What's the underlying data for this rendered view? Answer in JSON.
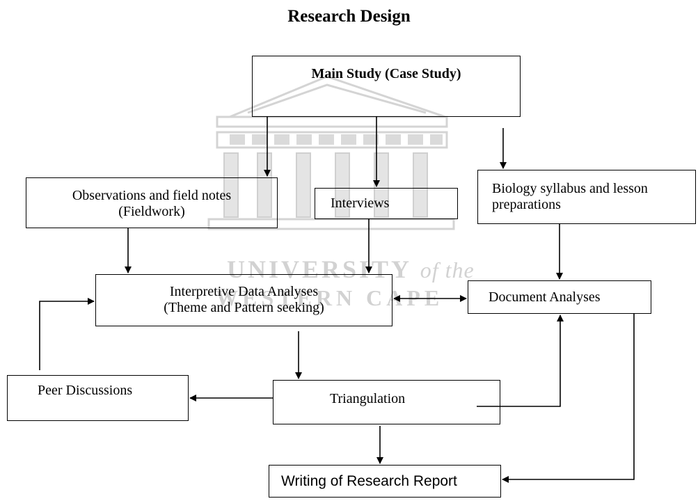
{
  "title": "Research Design",
  "watermark": {
    "line1_main": "UNIVERSITY",
    "line1_italic": "of the",
    "line2": "WESTERN CAPE"
  },
  "nodes": {
    "main_study": "Main Study (Case Study)",
    "observations_line1": "Observations and field notes",
    "observations_line2": "(Fieldwork)",
    "interviews": "Interviews",
    "biology_line1": "Biology syllabus and lesson",
    "biology_line2": "preparations",
    "interpretive_line1": "Interpretive Data Analyses",
    "interpretive_line2": "(Theme and Pattern seeking)",
    "document_analyses": "Document Analyses",
    "peer_discussions": "Peer Discussions",
    "triangulation": "Triangulation",
    "writing_report": "Writing of Research Report"
  },
  "edges": [
    {
      "from": "Main Study (Case Study)",
      "to": "Observations and field notes (Fieldwork)"
    },
    {
      "from": "Main Study (Case Study)",
      "to": "Interviews"
    },
    {
      "from": "Main Study (Case Study)",
      "to": "Biology syllabus and lesson preparations"
    },
    {
      "from": "Observations and field notes (Fieldwork)",
      "to": "Interpretive Data Analyses (Theme and Pattern seeking)"
    },
    {
      "from": "Interviews",
      "to": "Interpretive Data Analyses (Theme and Pattern seeking)"
    },
    {
      "from": "Biology syllabus and lesson preparations",
      "to": "Document Analyses"
    },
    {
      "from": "Interpretive Data Analyses (Theme and Pattern seeking)",
      "to": "Document Analyses",
      "bidirectional": true
    },
    {
      "from": "Interpretive Data Analyses (Theme and Pattern seeking)",
      "to": "Triangulation"
    },
    {
      "from": "Triangulation",
      "to": "Peer Discussions"
    },
    {
      "from": "Peer Discussions",
      "to": "Interpretive Data Analyses (Theme and Pattern seeking)"
    },
    {
      "from": "Triangulation",
      "to": "Document Analyses"
    },
    {
      "from": "Triangulation",
      "to": "Writing of Research Report"
    },
    {
      "from": "Document Analyses",
      "to": "Writing of Research Report"
    }
  ]
}
